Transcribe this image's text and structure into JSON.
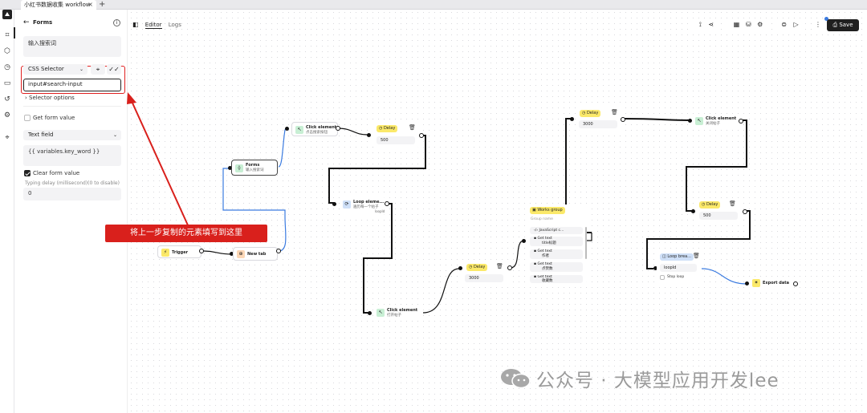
{
  "window": {
    "tab_title": "小红书数据收集 workflow",
    "close_glyph": "×",
    "new_tab_glyph": "+"
  },
  "panel": {
    "title": "Forms",
    "description": "输入搜索词",
    "selector_type": "CSS Selector",
    "selector_value": "input#search-input",
    "selector_options_label": "Selector options",
    "get_form_value_label": "Get form value",
    "get_form_value_checked": false,
    "field_type": "Text field",
    "value_text": "{{ variables.key_word }}",
    "clear_form_label": "Clear form value",
    "clear_form_checked": true,
    "typing_delay_label": "Typing delay (millisecond)(0 to disable)",
    "typing_delay_value": "0"
  },
  "editor_tabs": [
    {
      "label": "Editor",
      "active": true
    },
    {
      "label": "Logs",
      "active": false
    }
  ],
  "toolbar": {
    "save_label": "Save"
  },
  "nodes": {
    "trigger": {
      "title": "Trigger"
    },
    "new_tab": {
      "title": "New tab"
    },
    "forms": {
      "title": "Forms",
      "sub": "输入搜索词"
    },
    "click1": {
      "title": "Click element",
      "sub": "点击搜索按钮"
    },
    "delay1": {
      "badge": "Delay",
      "value": "500"
    },
    "loop": {
      "title": "Loop eleme...",
      "sub": "遍历每一个帖子",
      "tag": "loopId"
    },
    "click2": {
      "title": "Click element",
      "sub": "打开帖子"
    },
    "delay2": {
      "badge": "Delay",
      "value": "3000"
    },
    "works_group": {
      "badge": "Works group",
      "placeholder": "Group name",
      "items": [
        {
          "title": "JavaScript c...",
          "sub": ""
        },
        {
          "title": "Get text",
          "sub": "title标题"
        },
        {
          "title": "Get text",
          "sub": "作者"
        },
        {
          "title": "Get text",
          "sub": "点赞数"
        },
        {
          "title": "Get text",
          "sub": "收藏数"
        }
      ]
    },
    "delay3": {
      "badge": "Delay",
      "value": "3000"
    },
    "click3": {
      "title": "Click element",
      "sub": "关闭帖子"
    },
    "delay4": {
      "badge": "Delay",
      "value": "500"
    },
    "loop_breakpoint": {
      "badge": "Loop brea...",
      "value": "loopId",
      "stop_label": "Stop loop"
    },
    "export": {
      "title": "Export data"
    }
  },
  "annotation": {
    "callout": "将上一步复制的元素填写到这里"
  },
  "watermark": {
    "text": "公众号 · 大模型应用开发lee"
  },
  "colors": {
    "accent_red": "#d9201c",
    "wire_blue": "#3b7be0",
    "badge_yellow": "#fbe96a"
  }
}
